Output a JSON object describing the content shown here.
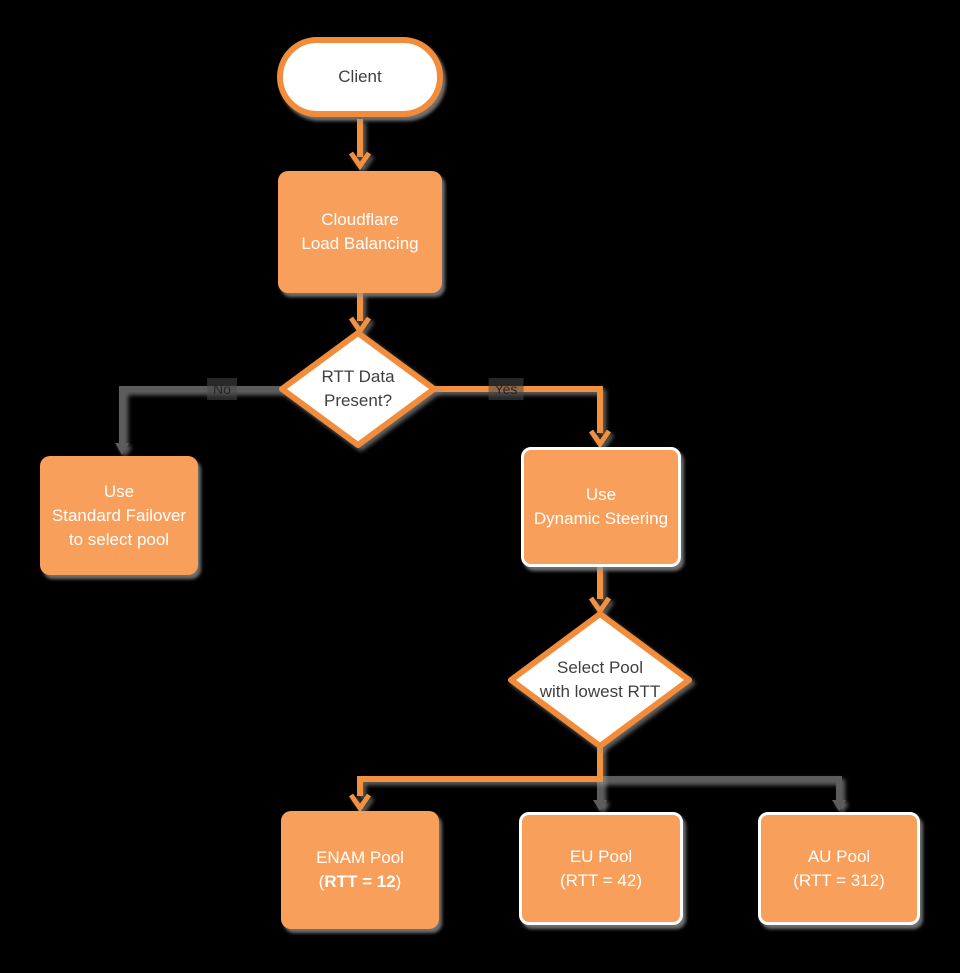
{
  "diagram": {
    "background_color": "#000000",
    "colors": {
      "node_fill": "#F89F5B",
      "node_border": "#F18C3C",
      "connector_orange": "#F2913F",
      "connector_gray": "#5C5C5C",
      "text_dark": "#3F3F3F",
      "text_light": "#FFFFFF",
      "shadow": "#969696"
    },
    "nodes": {
      "client": {
        "label": "Client"
      },
      "load_balancer": {
        "line1": "Cloudflare",
        "line2": "Load Balancing"
      },
      "rtt_decision": {
        "line1": "RTT Data",
        "line2": "Present?"
      },
      "standard_failover": {
        "line1": "Use",
        "line2": "Standard Failover",
        "line3": "to select pool"
      },
      "dynamic_steering": {
        "line1": "Use",
        "line2": "Dynamic Steering"
      },
      "select_pool": {
        "line1": "Select Pool",
        "line2": "with lowest RTT"
      },
      "enam_pool": {
        "line1": "ENAM Pool",
        "line2_prefix": "(",
        "line2_bold": "RTT = 12",
        "line2_suffix": ")"
      },
      "eu_pool": {
        "line1": "EU Pool",
        "line2": "(RTT = 42)"
      },
      "au_pool": {
        "line1": "AU Pool",
        "line2": "(RTT = 312)"
      }
    },
    "edge_labels": {
      "no": "No",
      "yes": "Yes"
    }
  }
}
